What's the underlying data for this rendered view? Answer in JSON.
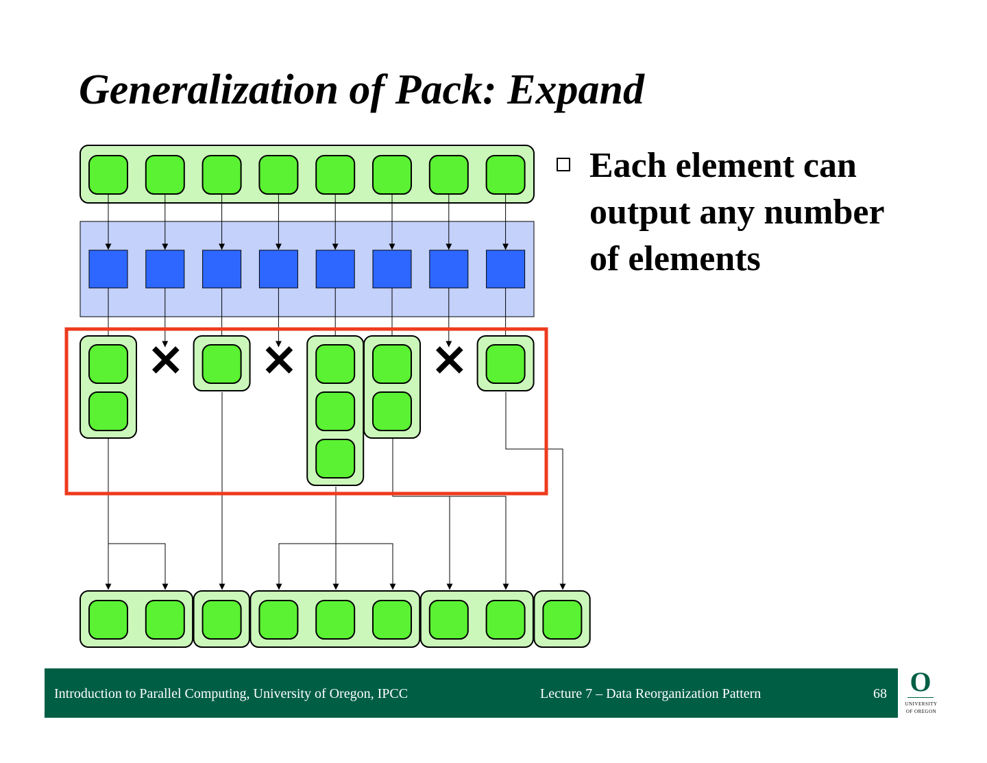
{
  "title": "Generalization of Pack: Expand",
  "bullet": {
    "lines": [
      "Each element can",
      "output any number",
      "of elements"
    ]
  },
  "diagram": {
    "input_count": 8,
    "output_counts": [
      2,
      0,
      1,
      0,
      3,
      2,
      0,
      1
    ],
    "colors": {
      "element_fill": "#5af232",
      "group_fill": "#ccf7bb",
      "function_fill": "#2d67ff",
      "function_panel": "#c3d1fb",
      "highlight": "#ee3a1e"
    }
  },
  "footer": {
    "left": "Introduction to Parallel Computing, University of Oregon, IPCC",
    "center": "Lecture 7 – Data Reorganization Pattern",
    "page": "68",
    "color": "#005e45"
  },
  "logo": {
    "mark": "O",
    "line1": "UNIVERSITY",
    "line2": "OF OREGON"
  }
}
